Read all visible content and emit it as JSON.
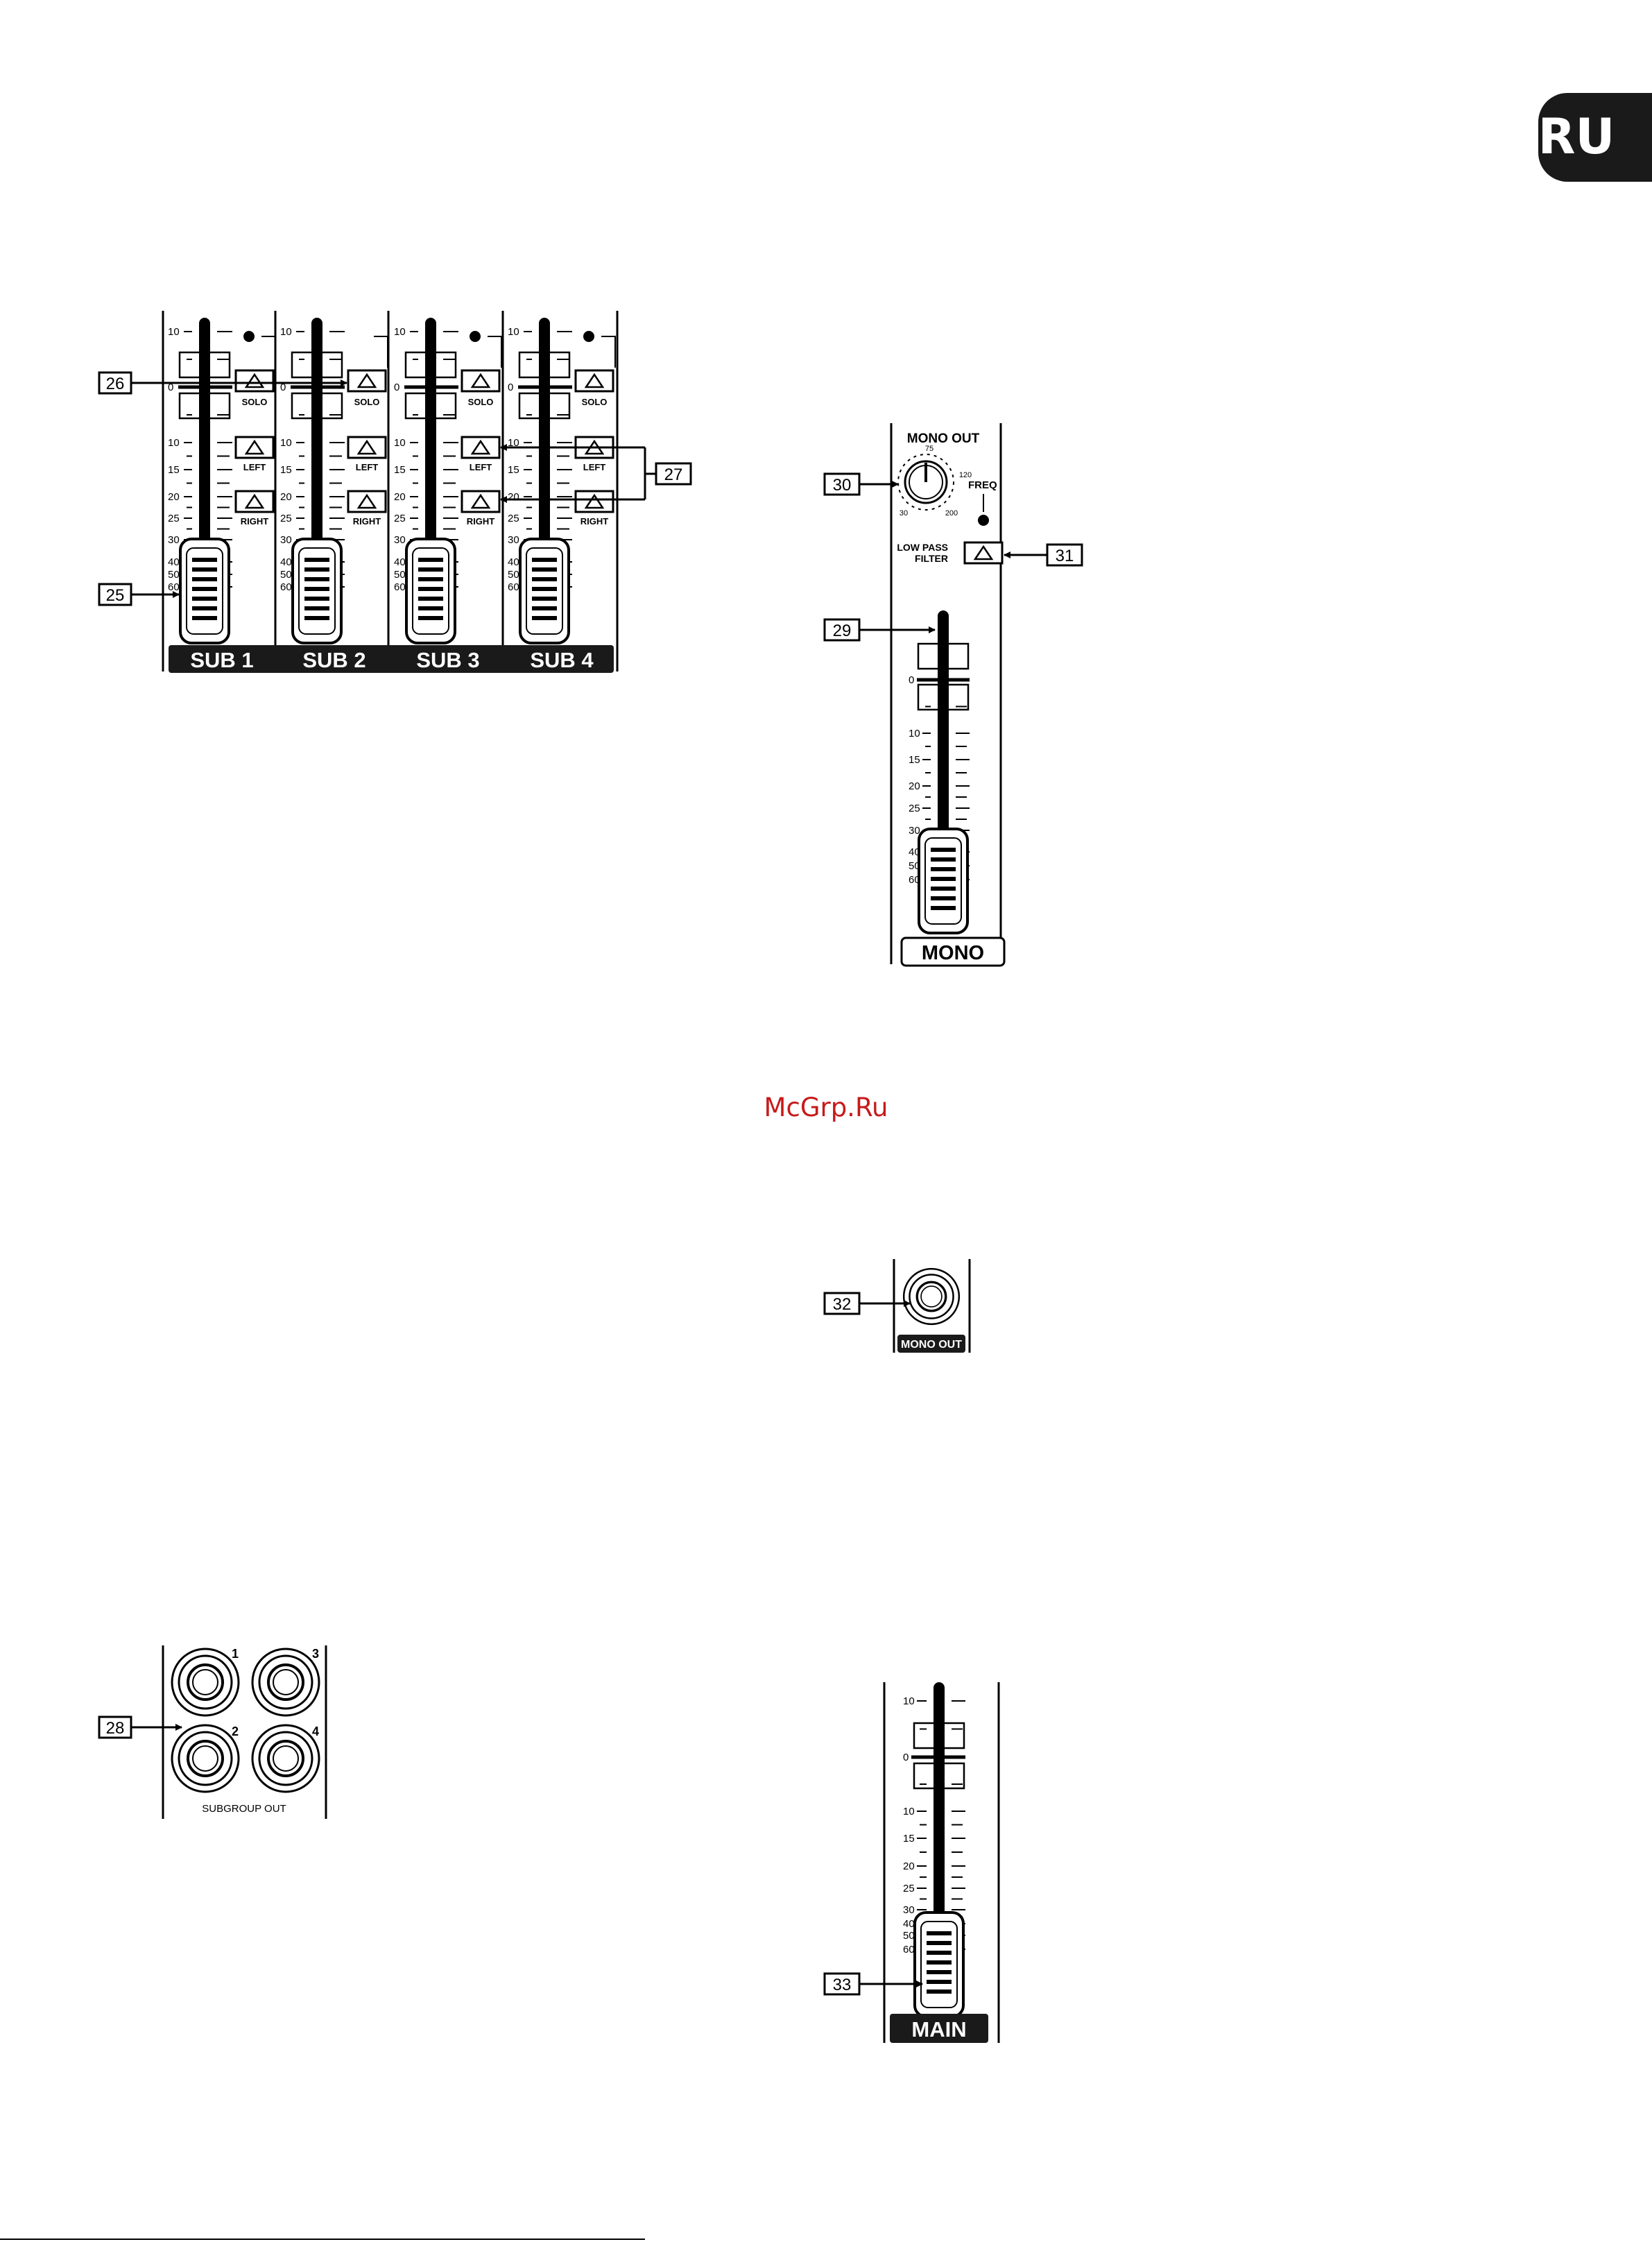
{
  "language_badge": "RU",
  "watermark": "McGrp.Ru",
  "subgroups": {
    "channel_labels": [
      "SUB 1",
      "SUB 2",
      "SUB 3",
      "SUB 4"
    ],
    "button_labels": [
      "SOLO",
      "LEFT",
      "RIGHT"
    ],
    "fader_scale": [
      "10",
      "0",
      "10",
      "15",
      "20",
      "25",
      "30",
      "40",
      "50",
      "60"
    ],
    "callouts": [
      "26",
      "25",
      "27"
    ]
  },
  "mono_out": {
    "title": "MONO OUT",
    "knob_ticks": [
      "75",
      "120",
      "30",
      "200"
    ],
    "freq_label": "FREQ",
    "filter_label_line1": "LOW PASS",
    "filter_label_line2": "FILTER",
    "fader_scale": [
      "0",
      "10",
      "15",
      "20",
      "25",
      "30",
      "40",
      "50",
      "60"
    ],
    "channel_label": "MONO",
    "callouts": [
      "30",
      "31",
      "29"
    ]
  },
  "mono_out_jack": {
    "label": "MONO OUT",
    "callout": "32"
  },
  "subgroup_out": {
    "jack_numbers": [
      "1",
      "3",
      "2",
      "4"
    ],
    "label": "SUBGROUP OUT",
    "callout": "28"
  },
  "main": {
    "fader_scale": [
      "10",
      "0",
      "10",
      "15",
      "20",
      "25",
      "30",
      "40",
      "50",
      "60"
    ],
    "channel_label": "MAIN",
    "callout": "33"
  }
}
